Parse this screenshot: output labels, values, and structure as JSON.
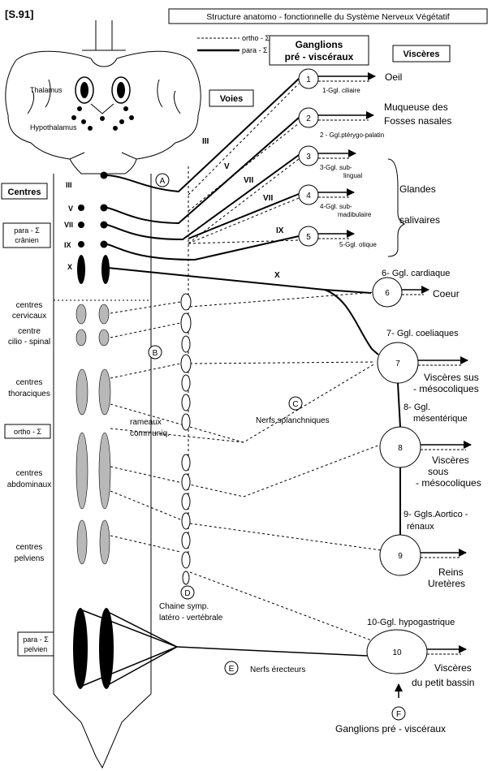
{
  "header": {
    "ref": "[S.91]",
    "title": "Structure  anatomo - fonctionnelle du Système Nerveux Végétatif"
  },
  "legend": {
    "ortho": "ortho - Σ",
    "para": "para -  Σ"
  },
  "headings": {
    "ganglions_line1": "Ganglions",
    "ganglions_line2": "pré   -  viscéraux",
    "visceres": "Viscères",
    "voies": "Voies",
    "centres": "Centres"
  },
  "brain": {
    "thalamus": "Thalamus",
    "hypothalamus": "Hypothalamus"
  },
  "boxes": {
    "para_cranien_1": "para - Σ",
    "para_cranien_2": "crânien",
    "ortho": "ortho - Σ",
    "para_pelvien_1": "para - Σ",
    "para_pelvien_2": "pelvien"
  },
  "nerves": [
    "III",
    "V",
    "VII",
    "IX",
    "X"
  ],
  "roads": {
    "III": "III",
    "V": "V",
    "VII_a": "VII",
    "VII_b": "VII",
    "IX": "IX",
    "X": "X"
  },
  "centres": {
    "cervicaux_1": "centres",
    "cervicaux_2": "cervicaux",
    "cilio_1": "centre",
    "cilio_2": "cilio - spinal",
    "thoraciques_1": "centres",
    "thoraciques_2": "thoraciques",
    "abdominaux_1": "centres",
    "abdominaux_2": "abdominaux",
    "pelviens_1": "centres",
    "pelviens_2": "pelviens"
  },
  "markers": {
    "A": "A",
    "B": "B",
    "C": "C",
    "D": "D",
    "E": "E",
    "F": "F"
  },
  "labels": {
    "rameaux_1": "rameaux",
    "rameaux_2": "communiq.",
    "splanchniques": "Nerfs splanchniques",
    "chaine_1": "Chaine symp.",
    "chaine_2": "latéro - vertébrale",
    "erecteurs": "Nerfs érecteurs",
    "ganglions_bottom": "Ganglions pré - viscéraux"
  },
  "ganglia": {
    "g1": "1",
    "g2": "2",
    "g3": "3",
    "g4": "4",
    "g5": "5",
    "g6": "6",
    "g7": "7",
    "g8": "8",
    "g9": "9",
    "g10": "10",
    "g1_name": "1-Ggl. ciliaire",
    "g2_name": "2  -  Ggl.ptérygo-palatin",
    "g3_name_1": "3-Ggl.  sub-",
    "g3_name_2": "lingual",
    "g4_name_1": "4-Ggl. sub-",
    "g4_name_2": "madibulaire",
    "g5_name": "5-Ggl. otique",
    "g6_name": "6- Ggl. cardiaque",
    "g7_name": "7- Ggl. coeliaques",
    "g8_name_1": "8- Ggl.",
    "g8_name_2": "mésentérique",
    "g9_name_1": "9- Ggls.Aortico -",
    "g9_name_2": "rénaux",
    "g10_name": "10-Ggl. hypogastrique"
  },
  "visceres": {
    "oeil": "Oeil",
    "muqueuse_1": "Muqueuse  des",
    "muqueuse_2": "Fosses  nasales",
    "glandes": "Glandes",
    "salivaires": "salivaires",
    "coeur": "Coeur",
    "sus_1": "Viscères sus",
    "sus_2": "- mésocoliques",
    "sous_1": "Viscères",
    "sous_2": "sous",
    "sous_3": "- mésocoliques",
    "reins": "Reins",
    "ureteres": "Uretères",
    "bassin_1": "Viscères",
    "bassin_2": "du petit  bassin"
  }
}
